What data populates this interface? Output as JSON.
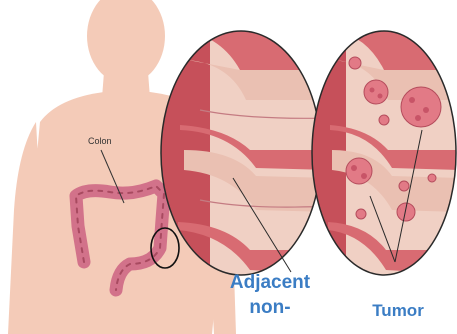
{
  "labels": {
    "colon": "Colon",
    "adjacent_line1": "Adjacent",
    "adjacent_line2": "non-",
    "tumor": "Tumor"
  },
  "colors": {
    "skin": "#f4cbb8",
    "colon": "#d2728a",
    "tissue_outer": "#c6505a",
    "tissue_inner": "#eec3b4",
    "tumor": "#e27a86",
    "label_blue": "#3b7dc4"
  }
}
